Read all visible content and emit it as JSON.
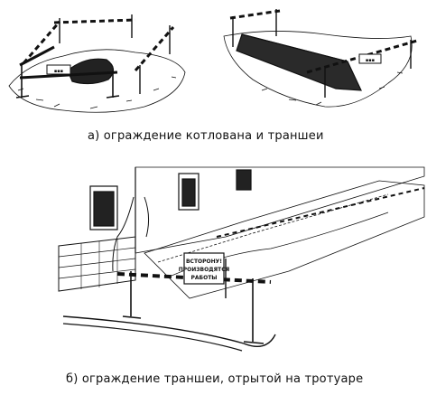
{
  "captions": {
    "a": "а) ограждение котлована и траншеи",
    "b": "б) ограждение траншеи, отрытой на тротуаре"
  },
  "sign": {
    "line1": "ВСТОРОНУ!",
    "line2": "ПРОИЗВОДЯТСЯ",
    "line3": "РАБОТЫ"
  },
  "colors": {
    "ink": "#111111",
    "paper": "#ffffff"
  }
}
